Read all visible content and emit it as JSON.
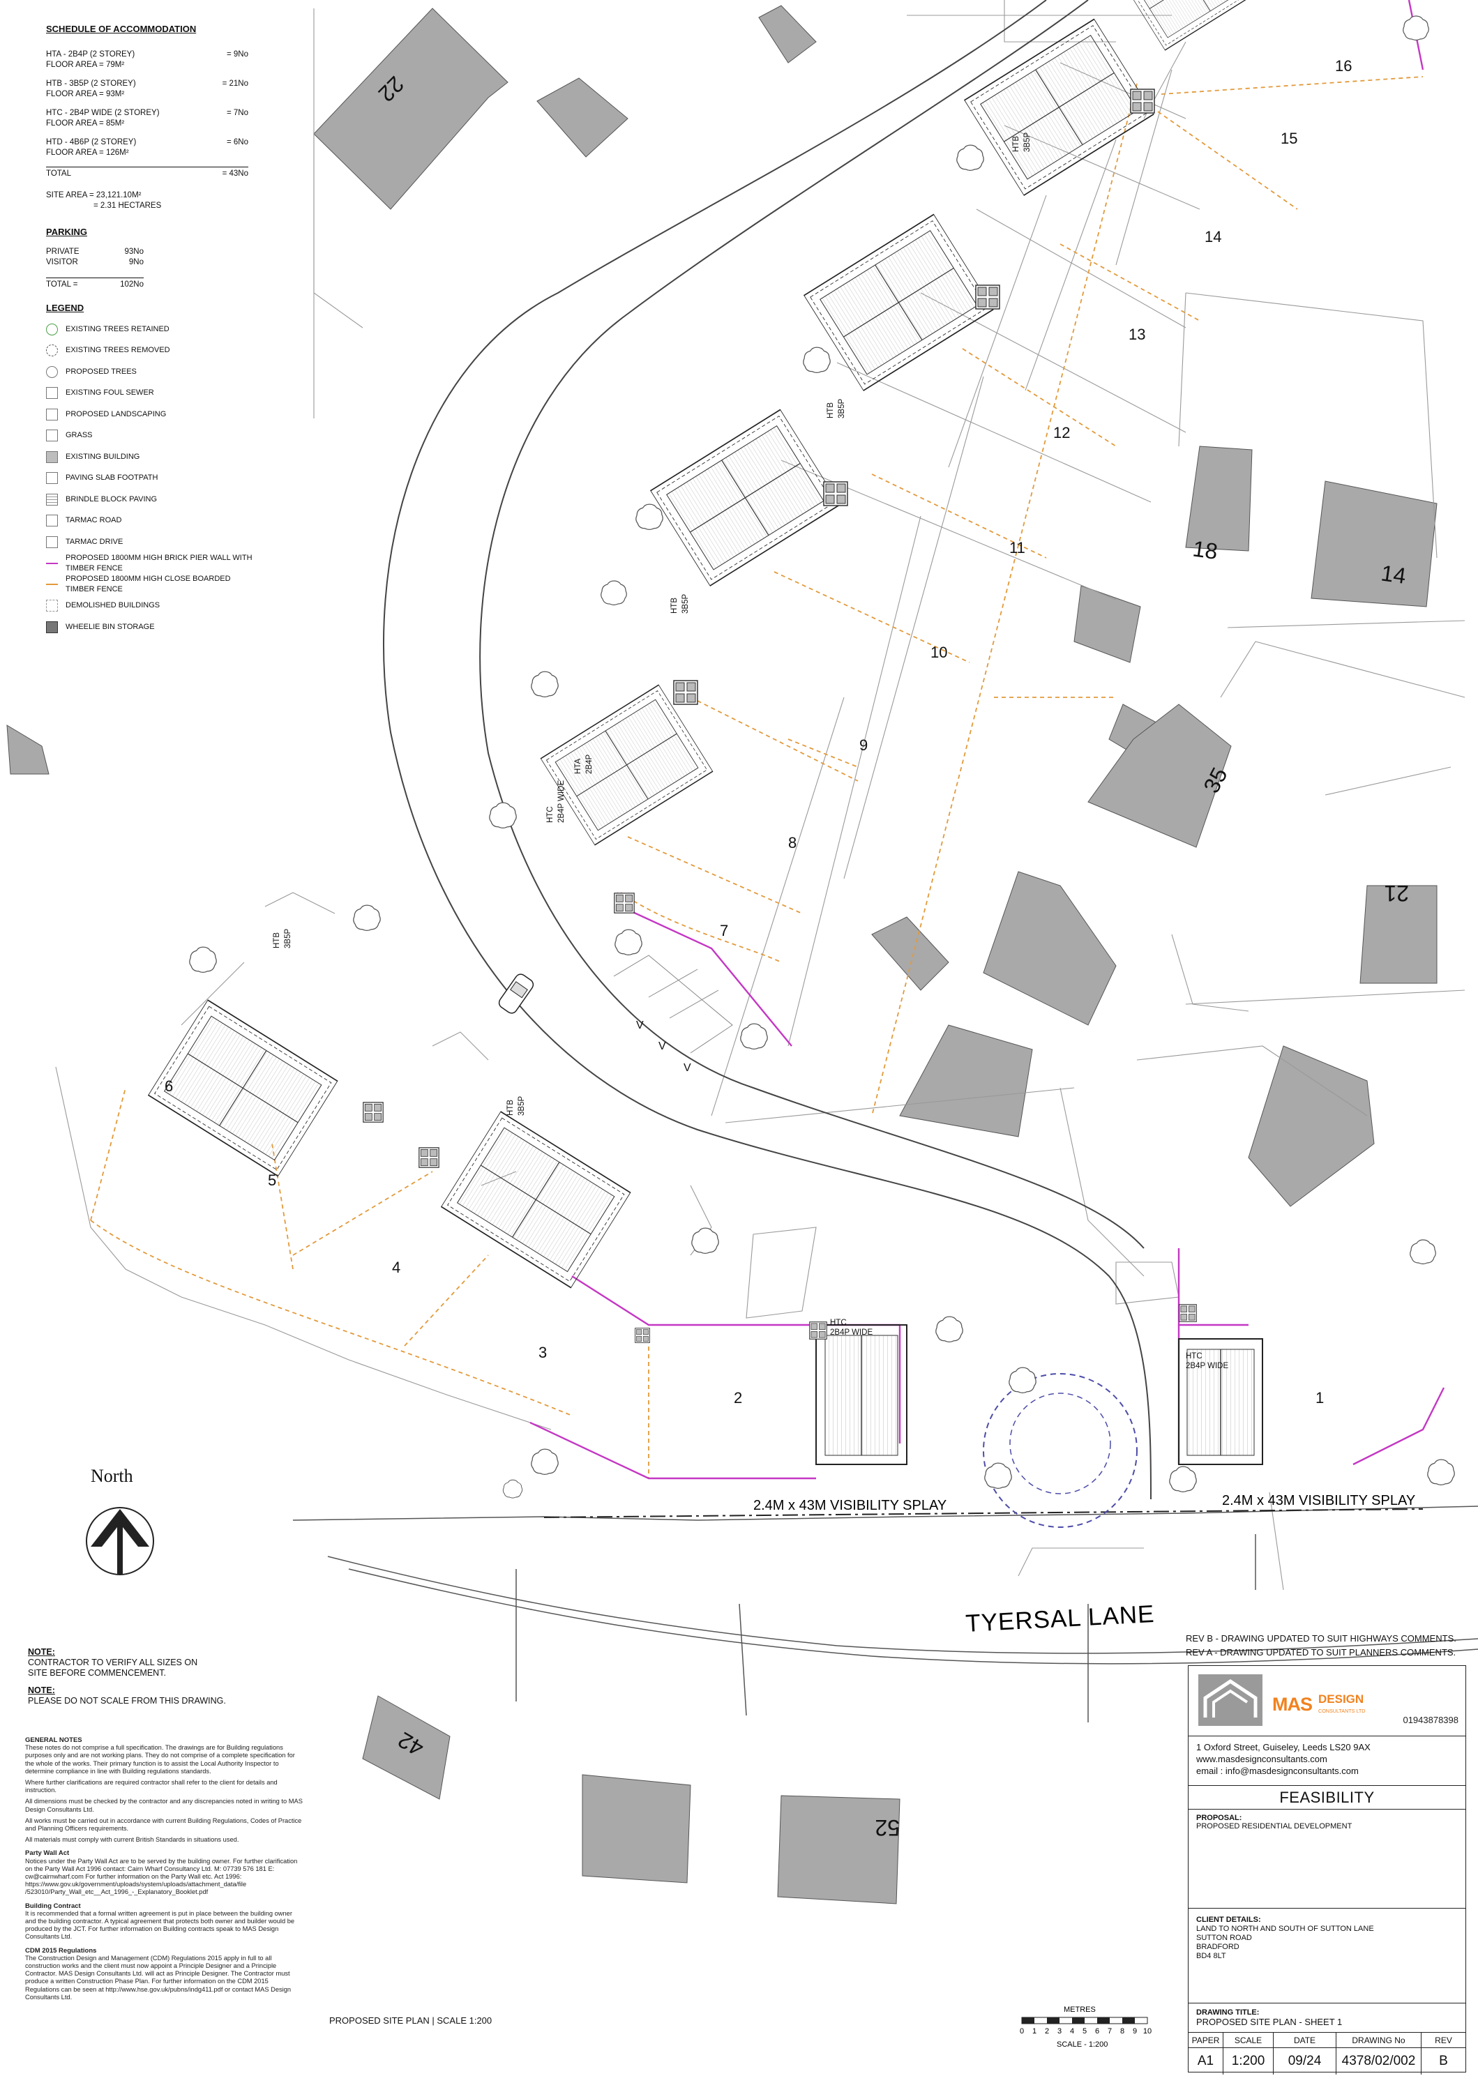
{
  "schedule": {
    "title": "SCHEDULE OF ACCOMMODATION",
    "types": [
      {
        "name": "HTA - 2B4P  (2 STOREY)",
        "qty": "= 9No",
        "area": "FLOOR AREA = 79M²"
      },
      {
        "name": "HTB - 3B5P (2 STOREY)",
        "qty": "= 21No",
        "area": "FLOOR AREA = 93M²"
      },
      {
        "name": "HTC - 2B4P WIDE (2 STOREY)",
        "qty": "= 7No",
        "area": "FLOOR AREA = 85M²"
      },
      {
        "name": "HTD - 4B6P (2 STOREY)",
        "qty": "= 6No",
        "area": "FLOOR AREA = 126M²"
      }
    ],
    "total_label": "TOTAL",
    "total_value": "= 43No",
    "site_area_1": "SITE AREA = 23,121.10M²",
    "site_area_2": "= 2.31 HECTARES"
  },
  "parking": {
    "title": "PARKING",
    "private_label": "PRIVATE",
    "private_value": "93No",
    "visitor_label": "VISITOR",
    "visitor_value": "9No",
    "total_label": "TOTAL =",
    "total_value": "102No"
  },
  "legend": {
    "title": "LEGEND",
    "items": [
      {
        "label": "EXISTING TREES RETAINED",
        "swatch": "circle green"
      },
      {
        "label": "EXISTING TREES REMOVED",
        "swatch": "circle dash"
      },
      {
        "label": "PROPOSED TREES",
        "swatch": "circle"
      },
      {
        "label": "EXISTING FOUL SEWER",
        "swatch": ""
      },
      {
        "label": "PROPOSED LANDSCAPING",
        "swatch": ""
      },
      {
        "label": "GRASS",
        "swatch": ""
      },
      {
        "label": "EXISTING BUILDING",
        "swatch": "grey"
      },
      {
        "label": "PAVING SLAB FOOTPATH",
        "swatch": ""
      },
      {
        "label": "BRINDLE BLOCK PAVING",
        "swatch": "bricks"
      },
      {
        "label": "TARMAC ROAD",
        "swatch": ""
      },
      {
        "label": "TARMAC DRIVE",
        "swatch": ""
      },
      {
        "label": "PROPOSED 1800MM HIGH BRICK PIER WALL WITH TIMBER FENCE",
        "swatch": "line"
      },
      {
        "label": "PROPOSED 1800MM HIGH CLOSE BOARDED TIMBER FENCE",
        "swatch": "fence"
      },
      {
        "label": "DEMOLISHED BUILDINGS",
        "swatch": "demo"
      },
      {
        "label": "WHEELIE BIN STORAGE",
        "swatch": "bin"
      }
    ]
  },
  "plan": {
    "road_name": "TYERSAL LANE",
    "visibility_splay": "2.4M x 43M VISIBILITY SPLAY",
    "north_label": "North",
    "plots": [
      "1",
      "2",
      "3",
      "4",
      "5",
      "6",
      "7",
      "8",
      "9",
      "10",
      "11",
      "12",
      "13",
      "14",
      "15",
      "16"
    ],
    "house_numbers": [
      "22",
      "18",
      "14",
      "35",
      "21",
      "42",
      "52"
    ],
    "house_types": {
      "htb": "HTB",
      "htb_sub": "3B5P",
      "hta": "HTA",
      "hta_sub": "2B4P",
      "htc": "HTC",
      "htc_sub": "2B4P WIDE",
      "htc_combined": "HTC 2B4P WIDE"
    },
    "parking_marks": [
      "V",
      "V",
      "V"
    ]
  },
  "notes": {
    "note1_title": "NOTE:",
    "note1_text": "CONTRACTOR TO VERIFY ALL SIZES ON SITE BEFORE COMMENCEMENT.",
    "note2_title": "NOTE:",
    "note2_text": "PLEASE DO NOT SCALE FROM THIS DRAWING."
  },
  "general_notes": {
    "title": "GENERAL NOTES",
    "p1": "These notes do not comprise a full specification. The drawings are for Building regulations purposes only and are not working plans. They do not comprise of a complete specification for the whole of the works. Their primary function is to assist the Local Authority Inspector to determine compliance in line with Building regulations standards.",
    "p2": "Where further clarifications are required contractor shall refer to the client for details and instruction.",
    "p3": "All dimensions must be checked by the contractor and any discrepancies noted in writing to MAS Design Consultants Ltd.",
    "p4": "All works must be carried out in accordance with current Building Regulations, Codes of Practice and Planning Officers requirements.",
    "p5": "All materials must comply with current British Standards in situations used.",
    "party_title": "Party Wall Act",
    "party_text": "Notices under the Party Wall Act are to be served by the building owner. For further clarification on the Party Wall Act 1996 contact: Cairn Wharf Consultancy Ltd. M: 07739 576 181 E: cw@cairnwharf.com For further information on the Party Wall etc. Act 1996: https://www.gov.uk/government/uploads/system/uploads/attachment_data/file /523010/Party_Wall_etc__Act_1996_-_Explanatory_Booklet.pdf",
    "contract_title": "Building Contract",
    "contract_text": "It is recommended that a formal written agreement is put in place between the building owner and the building contractor. A typical agreement that protects both owner and builder would be produced by the JCT. For further information on Building contracts speak to MAS Design Consultants Ltd.",
    "cdm_title": "CDM 2015 Regulations",
    "cdm_text": "The Construction Design and Management (CDM) Regulations 2015 apply in full to all construction works and the client must now appoint a Principle Designer and a Principle Contractor. MAS Design Consultants Ltd. will act as Principle Designer. The Contractor must produce a written Construction Phase Plan. For further information on the CDM 2015 Regulations can be seen at http://www.hse.gov.uk/pubns/indg411.pdf or contact MAS Design Consultants Ltd."
  },
  "revisions": [
    "REV B - DRAWING UPDATED TO SUIT HIGHWAYS COMMENTS.",
    "REV A - DRAWING UPDATED TO SUIT PLANNERS COMMENTS."
  ],
  "titleblock": {
    "logo_mas": "MAS",
    "logo_design": "DESIGN",
    "logo_consult": "CONSULTANTS LTD",
    "phone": "01943878398",
    "address_1": "1 Oxford Street, Guiseley, Leeds LS20 9AX",
    "address_2": "www.masdesignconsultants.com",
    "address_3": "email : info@masdesignconsultants.com",
    "status": "FEASIBILITY",
    "proposal_label": "PROPOSAL:",
    "proposal": "PROPOSED RESIDENTIAL DEVELOPMENT",
    "client_label": "CLIENT DETAILS:",
    "client_1": "LAND TO NORTH AND SOUTH OF SUTTON LANE",
    "client_2": "SUTTON ROAD",
    "client_3": "BRADFORD",
    "client_4": "BD4 8LT",
    "drawing_title_label": "DRAWING TITLE:",
    "drawing_title": "PROPOSED SITE PLAN - SHEET 1",
    "headers": [
      "PAPER",
      "SCALE",
      "DATE",
      "DRAWING No",
      "REV"
    ],
    "values": [
      "A1",
      "1:200",
      "09/24",
      "4378/02/002",
      "B"
    ]
  },
  "scale_bar": {
    "title": "METRES",
    "ticks": [
      "0",
      "1",
      "2",
      "3",
      "4",
      "5",
      "6",
      "7",
      "8",
      "9",
      "10"
    ],
    "caption": "SCALE - 1:200"
  },
  "caption": "PROPOSED SITE PLAN | SCALE 1:200"
}
